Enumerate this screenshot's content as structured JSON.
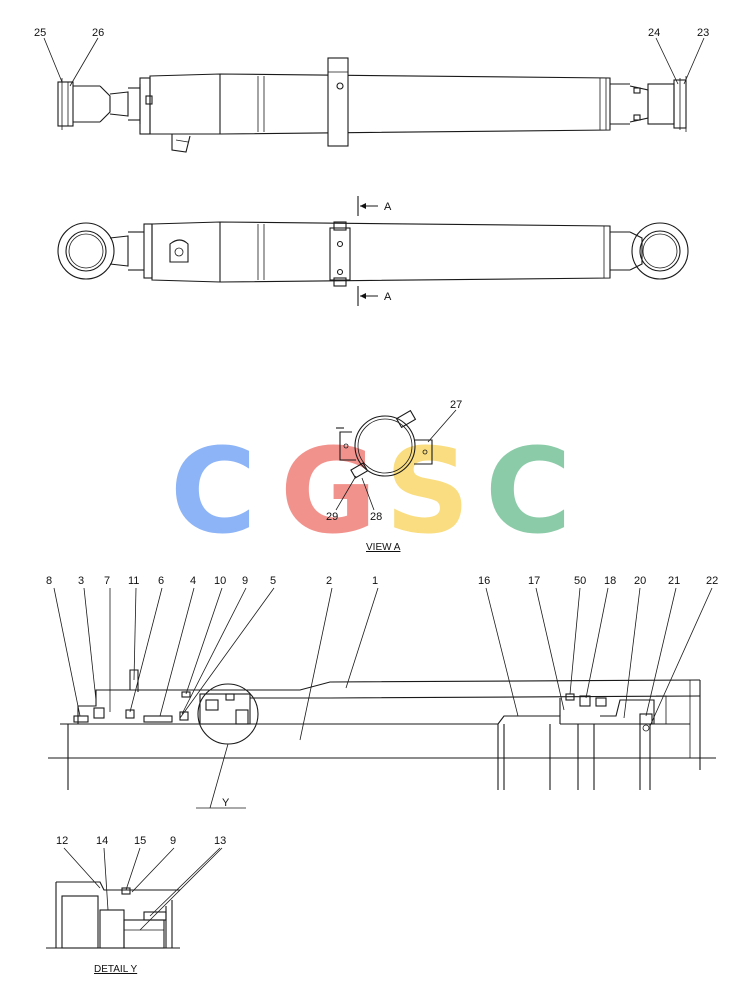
{
  "top_view_labels": {
    "p25": "25",
    "p26": "26",
    "p24": "24",
    "p23": "23"
  },
  "section_marks": {
    "upper": "A",
    "lower": "A"
  },
  "view_a": {
    "caption": "VIEW  A",
    "p27": "27",
    "p29": "29",
    "p28": "28"
  },
  "section_labels": {
    "p8": "8",
    "p3": "3",
    "p7": "7",
    "p11": "11",
    "p6": "6",
    "p4": "4",
    "p10": "10",
    "p9": "9",
    "p5": "5",
    "p2": "2",
    "p1": "1",
    "p16": "16",
    "p17": "17",
    "p50": "50",
    "p18": "18",
    "p20": "20",
    "p21": "21",
    "p22": "22",
    "y": "Y"
  },
  "detail_y": {
    "caption": "DETAIL  Y",
    "p12": "12",
    "p14": "14",
    "p15": "15",
    "p9": "9",
    "p13": "13"
  },
  "watermark": {
    "letters": [
      "C",
      "G",
      "S",
      "C"
    ],
    "colors": [
      "#7aa7f5",
      "#f0807a",
      "#f9d86a",
      "#77c39a"
    ]
  }
}
